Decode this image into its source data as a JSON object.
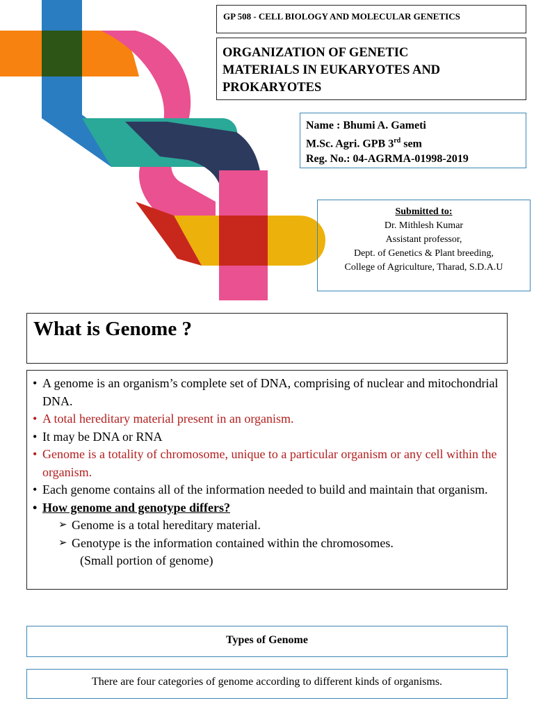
{
  "header": {
    "course": "GP 508 - CELL BIOLOGY AND MOLECULAR GENETICS",
    "title_lines": [
      "ORGANIZATION OF GENETIC",
      "MATERIALS IN EUKARYOTES AND",
      "PROKARYOTES"
    ]
  },
  "author": {
    "name": "Name : Bhumi A. Gameti",
    "degree_prefix": "M.Sc. Agri. GPB 3",
    "degree_sup": "rd",
    "degree_suffix": " sem",
    "reg": "Reg. No.: 04-AGRMA-01998-2019"
  },
  "submitted": {
    "heading": "Submitted to:",
    "lines": [
      "Dr. Mithlesh Kumar",
      "Assistant professor,",
      "Dept. of Genetics & Plant breeding,",
      "College of  Agriculture, Tharad, S.D.A.U"
    ]
  },
  "genome": {
    "heading": "What is Genome ?",
    "bullets": [
      "A genome is an organism’s complete set of DNA, comprising of nuclear and mitochondrial DNA.",
      "A total hereditary material present in an organism.",
      "It may be DNA or RNA",
      "Genome is a totality of chromosome, unique to a particular organism or any cell within the organism.",
      "Each genome contains all of the information needed to build and maintain that organism.",
      "How genome and genotype differs?"
    ],
    "sub_bullets": [
      "Genome is a total hereditary material.",
      "Genotype is the information contained within the chromosomes."
    ],
    "note": "(Small portion of genome)"
  },
  "types": {
    "heading": "Types of Genome",
    "text": "There are four categories of genome according to different kinds of organisms."
  },
  "colors": {
    "orange": "#f7820f",
    "blue": "#2b7dc2",
    "pink": "#ea5190",
    "teal": "#2aa898",
    "navy": "#2c3a5e",
    "yellow": "#edb10c",
    "red": "#c8281b",
    "dark_green": "#2d5616",
    "emphasis_red": "#b21e1e"
  }
}
